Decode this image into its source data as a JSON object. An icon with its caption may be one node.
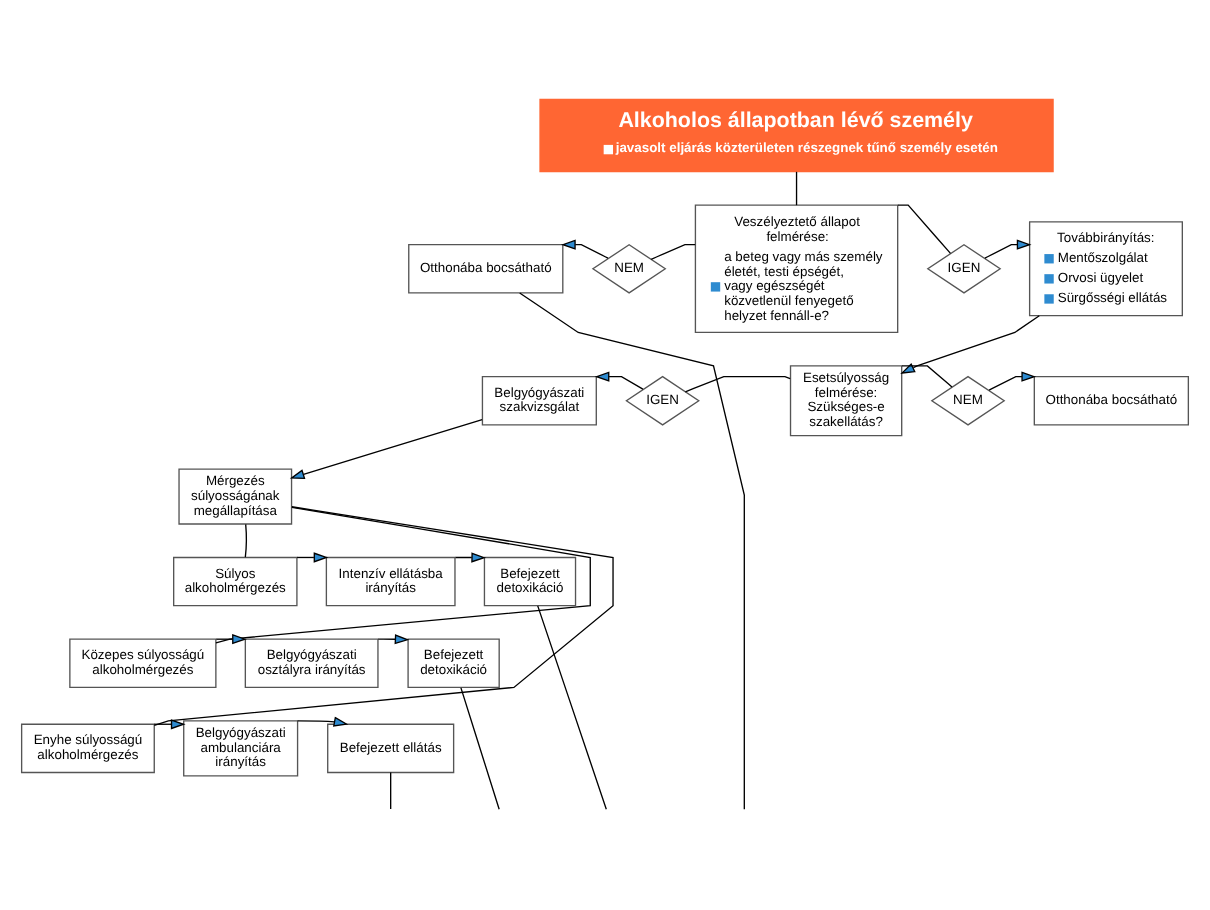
{
  "diagram": {
    "nodes": [
      {
        "text": [
          "Alkoholos állapotban lévő személy",
          "javasolt eljárás közterületen részegnek tűnő személy esetén"
        ]
      },
      {
        "text": [
          "Veszélyeztető állapot felmérése:",
          "a beteg vagy más személy életét, testi épségét, vagy egészségét közvetlenül fenyegető helyzet fennáll-e?"
        ]
      },
      {
        "text": [
          "NEM"
        ]
      },
      {
        "text": [
          "Otthonába bocsátható"
        ]
      },
      {
        "text": [
          "IGEN"
        ]
      },
      {
        "text": [
          "Továbbirányítás:",
          "Mentőszolgálat",
          "Orvosi ügyelet",
          "Sürgősségi ellátás"
        ]
      },
      {
        "text": [
          "Esetsúlyosság felmérése: Szükséges-e szakellátás?"
        ]
      },
      {
        "text": [
          "IGEN"
        ]
      },
      {
        "text": [
          "Belgyógyászati szakvizsgálat"
        ]
      },
      {
        "text": [
          "NEM"
        ]
      },
      {
        "text": [
          "Otthonába bocsátható"
        ]
      },
      {
        "text": [
          "Mérgezés súlyosságának megállapítása"
        ]
      },
      {
        "text": [
          "Súlyos alkoholmérgezés"
        ]
      },
      {
        "text": [
          "Intenzív ellátásba irányítás"
        ]
      },
      {
        "text": [
          "Befejezett detoxikáció"
        ]
      },
      {
        "text": [
          "Közepes súlyosságú alkoholmérgezés"
        ]
      },
      {
        "text": [
          "Belgyógyászati osztályra irányítás"
        ]
      },
      {
        "text": [
          "Befejezett detoxikáció"
        ]
      },
      {
        "text": [
          "Enyhe súlyosságú alkoholmérgezés"
        ]
      },
      {
        "text": [
          "Belgyógyászati ambulanciára irányítás"
        ]
      },
      {
        "text": [
          "Befejezett ellátás"
        ]
      }
    ],
    "edges": [
      {
        "from": 0,
        "to": 1,
        "arrow": "none"
      },
      {
        "from": 1,
        "to": 2,
        "arrow": "none"
      },
      {
        "from": 2,
        "to": 3,
        "arrow": "to"
      },
      {
        "from": 1,
        "to": 4,
        "arrow": "none"
      },
      {
        "from": 4,
        "to": 5,
        "arrow": "to"
      },
      {
        "from": 5,
        "to": 6,
        "arrow": "to"
      },
      {
        "from": 6,
        "to": 7,
        "arrow": "none"
      },
      {
        "from": 7,
        "to": 8,
        "arrow": "to"
      },
      {
        "from": 6,
        "to": 9,
        "arrow": "none"
      },
      {
        "from": 9,
        "to": 10,
        "arrow": "to"
      },
      {
        "from": 8,
        "to": 11,
        "arrow": "to"
      },
      {
        "from": 11,
        "to": 12,
        "arrow": "none"
      },
      {
        "from": 11,
        "to": 15,
        "arrow": "none"
      },
      {
        "from": 11,
        "to": 18,
        "arrow": "none"
      },
      {
        "from": 12,
        "to": 13,
        "arrow": "to"
      },
      {
        "from": 13,
        "to": 14,
        "arrow": "to"
      },
      {
        "from": 15,
        "to": 16,
        "arrow": "to"
      },
      {
        "from": 16,
        "to": 17,
        "arrow": "to"
      },
      {
        "from": 18,
        "to": 19,
        "arrow": "to"
      },
      {
        "from": 19,
        "to": 20,
        "arrow": "to"
      },
      {
        "from": 3,
        "to": null,
        "arrow": "none"
      },
      {
        "from": 14,
        "to": null,
        "arrow": "none"
      },
      {
        "from": 17,
        "to": null,
        "arrow": "none"
      },
      {
        "from": 20,
        "to": null,
        "arrow": "none"
      }
    ]
  }
}
